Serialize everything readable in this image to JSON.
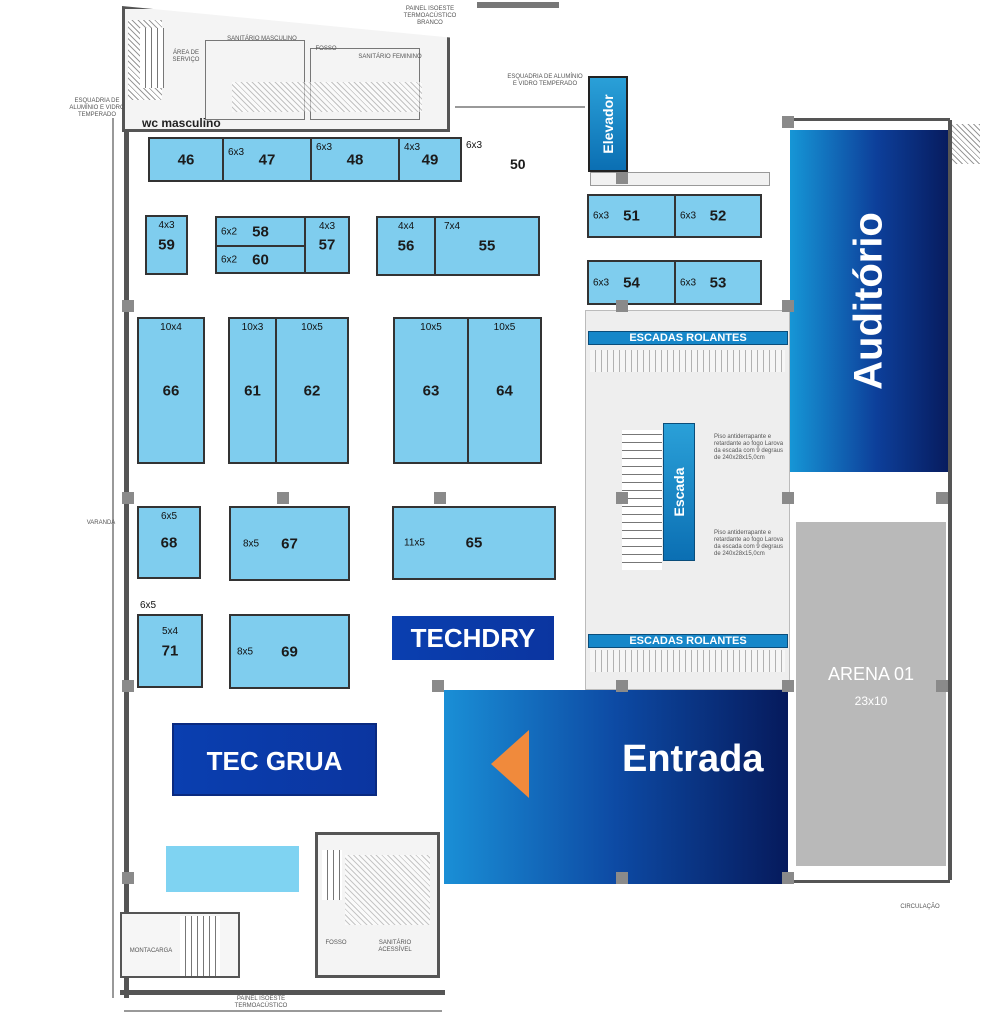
{
  "labels": {
    "wc_masculino": "wc masculino",
    "elevador": "Elevador",
    "auditorio": "Auditório",
    "escada": "Escada",
    "escadas_rolantes_top": "ESCADAS ROLANTES",
    "escadas_rolantes_bottom": "ESCADAS ROLANTES",
    "arena_name": "ARENA 01",
    "arena_size": "23x10",
    "entrada": "Entrada",
    "techdry": "TECHDRY",
    "tec_grua": "TEC GRUA",
    "stand50": "50",
    "size50": "6x3",
    "size_6x5_outside": "6x5"
  },
  "notes": {
    "painel_top": "PAINEL ISOESTE TERMOACÚSTICO BRANCO",
    "esquadria_left": "ESQUADRIA DE ALUMÍNIO E VIDRO TEMPERADO",
    "esquadria_top": "ESQUADRIA DE ALUMÍNIO E VIDRO TEMPERADO",
    "sanitario_masculino": "SANITÁRIO MASCULINO",
    "sanitario_feminino": "SANITÁRIO FEMININO",
    "fosso_top": "FOSSO",
    "area_servico": "ÁREA DE SERVIÇO",
    "piso_1": "Piso antiderrapante e retardante ao fogo Larova da escada com 9 degraus de 240x28x15,0cm",
    "piso_2": "Piso antiderrapante e retardante ao fogo Larova da escada com 9 degraus de 240x28x15,0cm",
    "montacarga": "MONTACARGA",
    "fosso_bottom": "FOSSO",
    "sanitario_acessivel": "SANITÁRIO ACESSÍVEL",
    "painel_bottom": "PAINEL ISOESTE TERMOACÚSTICO",
    "circulacao": "CIRCULAÇÃO",
    "varanda": "VARANDA"
  },
  "booths": [
    {
      "id": "46",
      "num": "46",
      "size": ""
    },
    {
      "id": "47",
      "num": "47",
      "size": "6x3"
    },
    {
      "id": "48",
      "num": "48",
      "size": "6x3"
    },
    {
      "id": "49",
      "num": "49",
      "size": "4x3"
    },
    {
      "id": "59",
      "num": "59",
      "size": "4x3"
    },
    {
      "id": "58",
      "num": "58",
      "size": "6x2"
    },
    {
      "id": "60",
      "num": "60",
      "size": "6x2"
    },
    {
      "id": "57",
      "num": "57",
      "size": "4x3"
    },
    {
      "id": "56",
      "num": "56",
      "size": "4x4"
    },
    {
      "id": "55",
      "num": "55",
      "size": "7x4"
    },
    {
      "id": "51",
      "num": "51",
      "size": "6x3"
    },
    {
      "id": "52",
      "num": "52",
      "size": "6x3"
    },
    {
      "id": "54",
      "num": "54",
      "size": "6x3"
    },
    {
      "id": "53",
      "num": "53",
      "size": "6x3"
    },
    {
      "id": "66",
      "num": "66",
      "size": "10x4"
    },
    {
      "id": "61",
      "num": "61",
      "size": "10x3"
    },
    {
      "id": "62",
      "num": "62",
      "size": "10x5"
    },
    {
      "id": "63",
      "num": "63",
      "size": "10x5"
    },
    {
      "id": "64",
      "num": "64",
      "size": "10x5"
    },
    {
      "id": "68",
      "num": "68",
      "size": "6x5"
    },
    {
      "id": "67",
      "num": "67",
      "size": "8x5"
    },
    {
      "id": "65",
      "num": "65",
      "size": "11x5"
    },
    {
      "id": "71",
      "num": "71",
      "size": "5x4"
    },
    {
      "id": "69",
      "num": "69",
      "size": "8x5"
    }
  ],
  "colors": {
    "booth_fill": "#7fcdee",
    "brand_blue": "#0b3aa8",
    "escadas_blue": "#1687c9",
    "arena_gray": "#b9b9b9",
    "arrow_orange": "#f08a3c"
  }
}
